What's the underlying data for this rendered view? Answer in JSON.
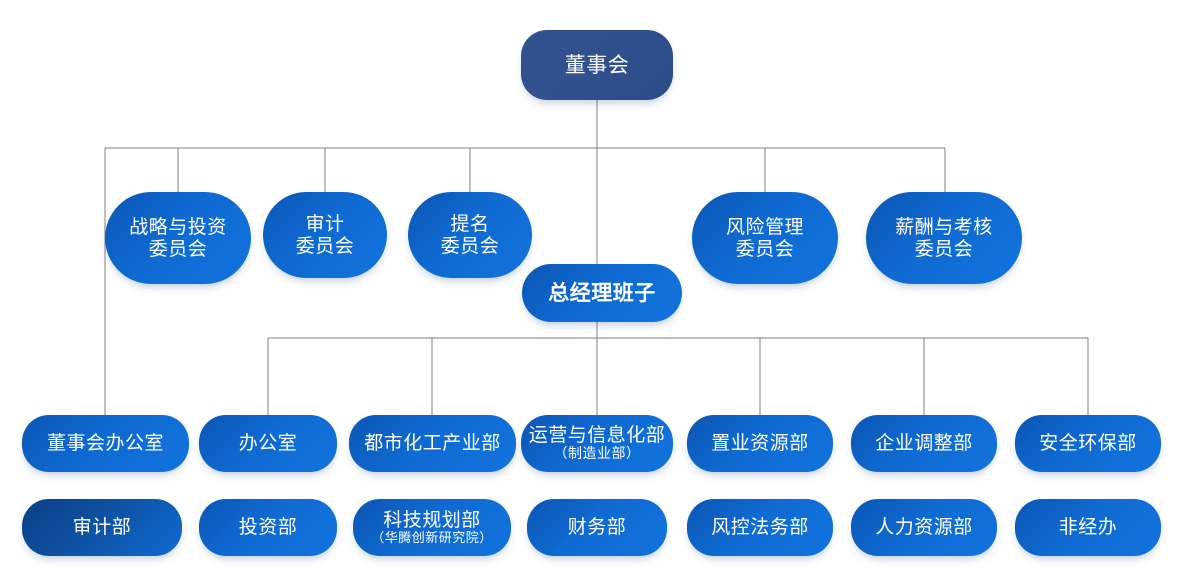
{
  "chart_title": "",
  "colors": {
    "node_blue_start": "#0b56b4",
    "node_blue_end": "#1273de",
    "root_navy": "#31518f",
    "connector_gray": "#808080",
    "text_white": "#ffffff",
    "background": "#ffffff"
  },
  "root": {
    "label": "董事会"
  },
  "committees": [
    {
      "line1": "战略与投资",
      "line2": "委员会"
    },
    {
      "line1": "审计",
      "line2": "委员会"
    },
    {
      "line1": "提名",
      "line2": "委员会"
    },
    {
      "line1": "风险管理",
      "line2": "委员会"
    },
    {
      "line1": "薪酬与考核",
      "line2": "委员会"
    }
  ],
  "general_manager": {
    "label": "总经理班子"
  },
  "departments_row1": [
    {
      "line1": "董事会办公室",
      "line2": ""
    },
    {
      "line1": "办公室",
      "line2": ""
    },
    {
      "line1": "都市化工产业部",
      "line2": ""
    },
    {
      "line1": "运营与信息化部",
      "line2": "（制造业部）"
    },
    {
      "line1": "置业资源部",
      "line2": ""
    },
    {
      "line1": "企业调整部",
      "line2": ""
    },
    {
      "line1": "安全环保部",
      "line2": ""
    }
  ],
  "departments_row2": [
    {
      "line1": "审计部",
      "line2": ""
    },
    {
      "line1": "投资部",
      "line2": ""
    },
    {
      "line1": "科技规划部",
      "line2": "（华腾创新研究院）"
    },
    {
      "line1": "财务部",
      "line2": ""
    },
    {
      "line1": "风控法务部",
      "line2": ""
    },
    {
      "line1": "人力资源部",
      "line2": ""
    },
    {
      "line1": "非经办",
      "line2": ""
    }
  ]
}
